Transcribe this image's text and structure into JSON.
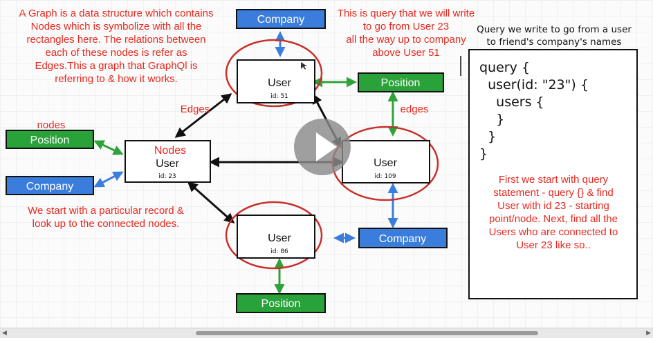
{
  "notes": {
    "graph_explanation": "A Graph is a data structure which contains\nNodes which is symbolize with all the\nrectangles here. The relations between\neach of these nodes is refer as\nEdges.This a graph that GraphQl is\nreferring to & how it works.",
    "query_explanation": "This is query that we will write\nto go from User 23\nall the way up to company\nabove User 51",
    "start_record": "We start with a particular record &\nlook up to the connected nodes.",
    "nodes_label": "nodes",
    "edges_label_left": "Edges",
    "edges_label_right": "edges",
    "nodes_inside_label": "Nodes"
  },
  "panel": {
    "title": "Query we write to go from a user\nto friend's company's names",
    "code": "query {\n  user(id: \"23\") {\n    users {\n    }\n  }\n}",
    "explanation": "First we start with query\nstatement - query {} & find\nUser with id 23 - starting\npoint/node. Next, find all the\nUsers who are connected to\nUser 23 like so.."
  },
  "users": [
    {
      "label": "User",
      "id": "id: 23"
    },
    {
      "label": "User",
      "id": "id: 51"
    },
    {
      "label": "User",
      "id": "id: 109"
    },
    {
      "label": "User",
      "id": "id: 86"
    }
  ],
  "company_label": "Company",
  "position_label": "Position",
  "colors": {
    "red_text": "#e8281e",
    "green_box": "#29a23a",
    "blue_box": "#3b7ddc",
    "green_arrow": "#2fa23a",
    "blue_arrow": "#3b7ddc",
    "circle": "#c8302a"
  },
  "icons": {
    "play": "play-icon",
    "cursor": "cursor-icon"
  }
}
